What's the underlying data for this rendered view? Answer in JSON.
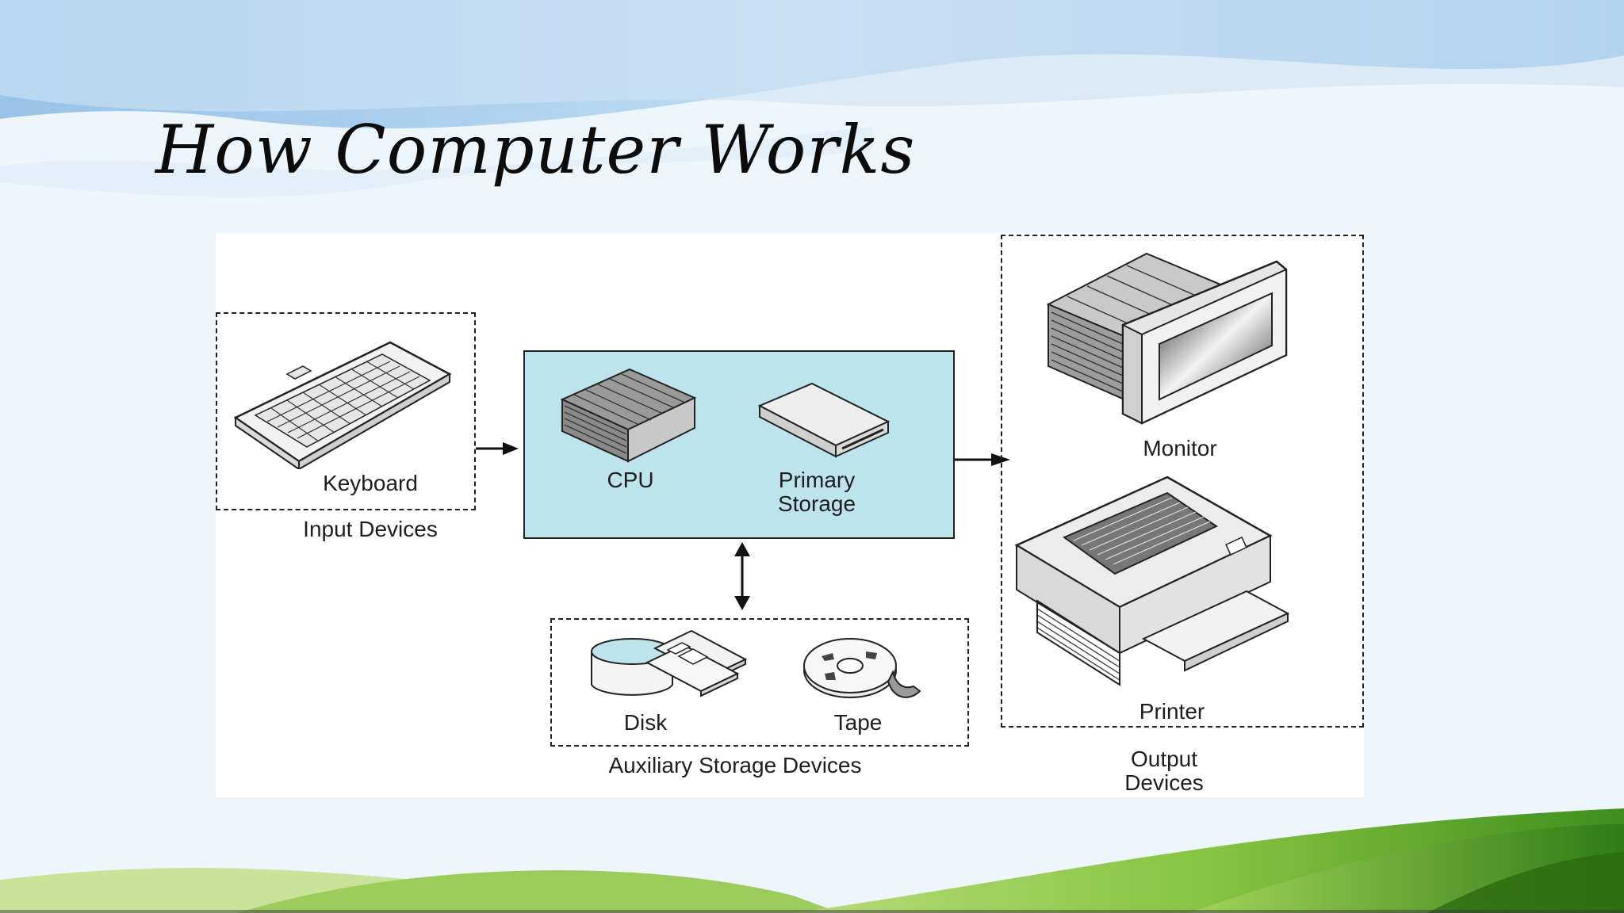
{
  "slide": {
    "title": "How Computer Works"
  },
  "diagram": {
    "input": {
      "device_label": "Keyboard",
      "group_label": "Input Devices",
      "icon": "keyboard-icon"
    },
    "system": {
      "cpu_label": "CPU",
      "storage_label_line1": "Primary",
      "storage_label_line2": "Storage",
      "fill_color": "#bde3ec",
      "icons": [
        "cpu-icon",
        "primary-storage-icon"
      ]
    },
    "auxiliary": {
      "disk_label": "Disk",
      "tape_label": "Tape",
      "group_label": "Auxiliary Storage Devices",
      "icons": [
        "disk-icon",
        "floppy-icon",
        "tape-reel-icon"
      ]
    },
    "output": {
      "monitor_label": "Monitor",
      "printer_label": "Printer",
      "group_label_line1": "Output",
      "group_label_line2": "Devices",
      "icons": [
        "monitor-icon",
        "printer-icon"
      ]
    },
    "arrows": [
      "input-to-system",
      "system-to-output",
      "system-auxiliary-bidirectional"
    ]
  },
  "theme": {
    "sky_color": "#a9cdec",
    "grass_color": "#6cae2f",
    "background_color": "#eef5fb"
  }
}
